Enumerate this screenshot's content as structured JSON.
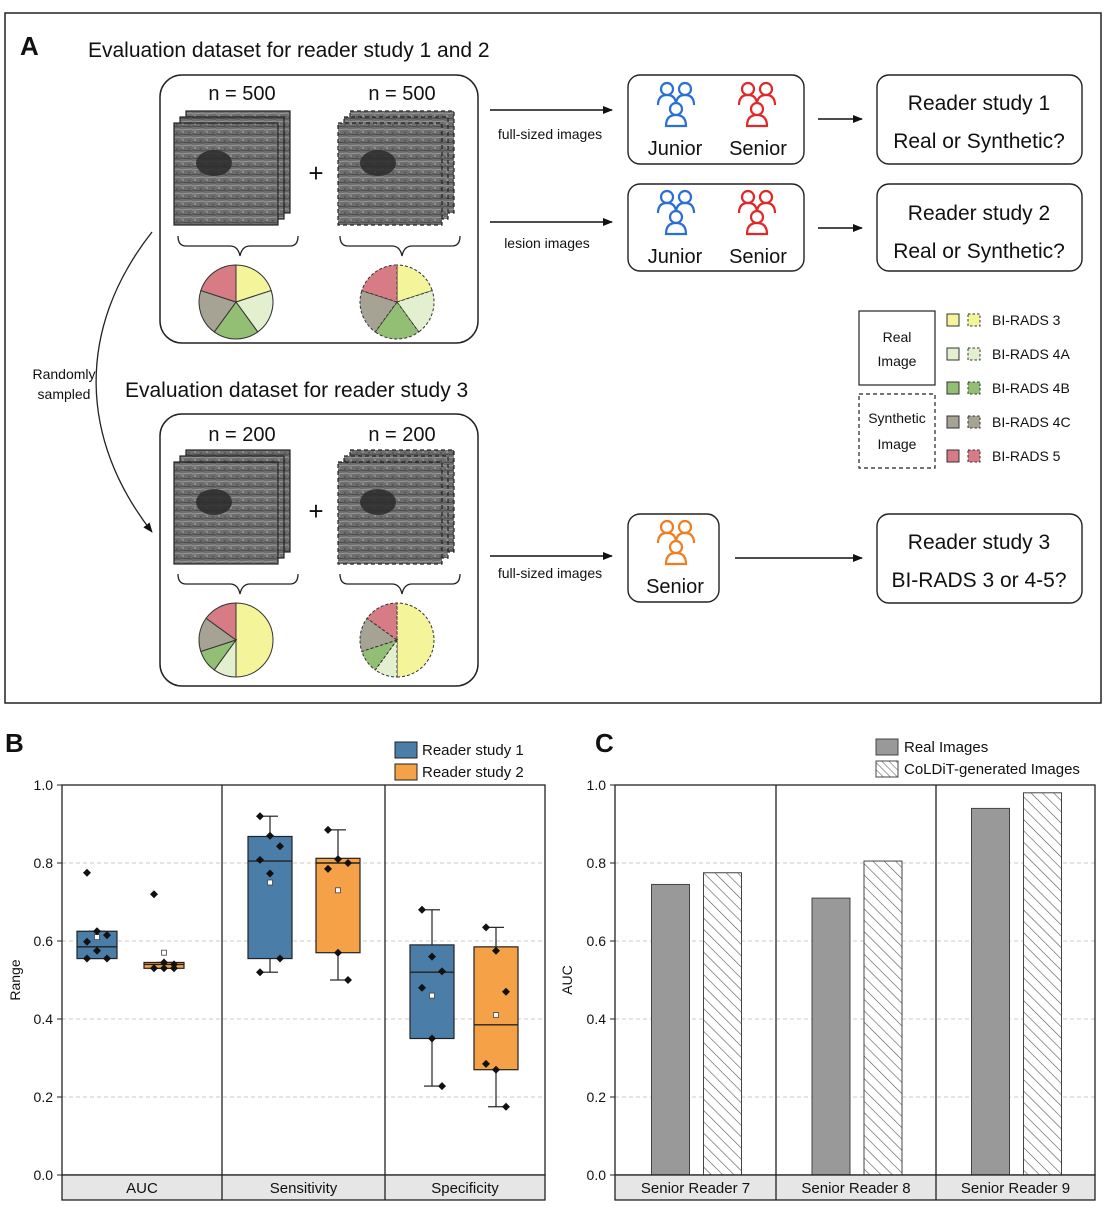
{
  "panel_a": {
    "letter": "A",
    "dataset1_title": "Evaluation dataset for reader study 1 and 2",
    "dataset2_title": "Evaluation dataset for reader study 3",
    "n_real_1": "n = 500",
    "n_syn_1": "n = 500",
    "n_real_2": "n = 200",
    "n_syn_2": "n = 200",
    "plus": "+",
    "arrow_full_1": "full-sized images",
    "arrow_lesion": "lesion images",
    "arrow_full_2": "full-sized images",
    "randomly_line1": "Randomly",
    "randomly_line2": "sampled",
    "junior": "Junior",
    "senior": "Senior",
    "rs1_title": "Reader study 1",
    "rs1_q": "Real or Synthetic?",
    "rs2_title": "Reader study 2",
    "rs2_q": "Real or Synthetic?",
    "rs3_title": "Reader study 3",
    "rs3_q": "BI-RADS 3 or 4-5?",
    "legend_real_1": "Real",
    "legend_real_2": "Image",
    "legend_syn_1": "Synthetic",
    "legend_syn_2": "Image",
    "legend_items": [
      {
        "label": "BI-RADS 3",
        "color": "#f4f49a"
      },
      {
        "label": "BI-RADS 4A",
        "color": "#e3f0cf"
      },
      {
        "label": "BI-RADS 4B",
        "color": "#92bf73"
      },
      {
        "label": "BI-RADS 4C",
        "color": "#a6a395"
      },
      {
        "label": "BI-RADS 5",
        "color": "#d77b84"
      }
    ],
    "junior_color": "#2a6fd6",
    "senior_color": "#e02828",
    "senior3_color": "#ef7d22"
  },
  "chart_data": [
    {
      "type": "box",
      "panel": "B",
      "ylabel": "Range",
      "ylim": [
        0,
        1.0
      ],
      "yticks": [
        "0.0",
        "0.2",
        "0.4",
        "0.6",
        "0.8",
        "1.0"
      ],
      "categories": [
        "AUC",
        "Sensitivity",
        "Specificity"
      ],
      "legend_placement": "top-right",
      "grid": "horizontal dashed",
      "series": [
        {
          "name": "Reader study 1",
          "color": "#4a7ea9",
          "boxes": [
            {
              "whisker_low": 0.555,
              "q1": 0.555,
              "median": 0.585,
              "q3": 0.625,
              "whisker_high": 0.625,
              "mean": 0.61,
              "points": [
                0.775,
                0.625,
                0.615,
                0.598,
                0.575,
                0.555,
                0.555
              ]
            },
            {
              "whisker_low": 0.52,
              "q1": 0.555,
              "median": 0.805,
              "q3": 0.868,
              "whisker_high": 0.92,
              "mean": 0.75,
              "points": [
                0.92,
                0.87,
                0.843,
                0.808,
                0.773,
                0.555,
                0.52
              ]
            },
            {
              "whisker_low": 0.228,
              "q1": 0.35,
              "median": 0.52,
              "q3": 0.59,
              "whisker_high": 0.68,
              "mean": 0.46,
              "points": [
                0.68,
                0.56,
                0.522,
                0.48,
                0.35,
                0.228
              ]
            }
          ]
        },
        {
          "name": "Reader study 2",
          "color": "#f4a148",
          "boxes": [
            {
              "whisker_low": 0.53,
              "q1": 0.53,
              "median": 0.54,
              "q3": 0.545,
              "whisker_high": 0.545,
              "mean": 0.57,
              "points": [
                0.72,
                0.545,
                0.54,
                0.53,
                0.53,
                0.53
              ]
            },
            {
              "whisker_low": 0.5,
              "q1": 0.57,
              "median": 0.8,
              "q3": 0.812,
              "whisker_high": 0.885,
              "mean": 0.73,
              "points": [
                0.885,
                0.81,
                0.8,
                0.785,
                0.57,
                0.5
              ]
            },
            {
              "whisker_low": 0.175,
              "q1": 0.27,
              "median": 0.385,
              "q3": 0.585,
              "whisker_high": 0.635,
              "mean": 0.41,
              "points": [
                0.635,
                0.575,
                0.47,
                0.285,
                0.27,
                0.175
              ]
            }
          ]
        }
      ]
    },
    {
      "type": "bar",
      "panel": "C",
      "ylabel": "AUC",
      "ylim": [
        0,
        1.0
      ],
      "yticks": [
        "0.0",
        "0.2",
        "0.4",
        "0.6",
        "0.8",
        "1.0"
      ],
      "categories": [
        "Senior Reader 7",
        "Senior Reader 8",
        "Senior Reader 9"
      ],
      "legend_placement": "top-right",
      "grid": "horizontal dashed",
      "series": [
        {
          "name": "Real Images",
          "color": "#999999",
          "values": [
            0.745,
            0.71,
            0.94
          ]
        },
        {
          "name": "CoLDiT-generated Images",
          "color": "#ffffff",
          "pattern": "hatched",
          "values": [
            0.775,
            0.805,
            0.98
          ]
        }
      ]
    }
  ]
}
